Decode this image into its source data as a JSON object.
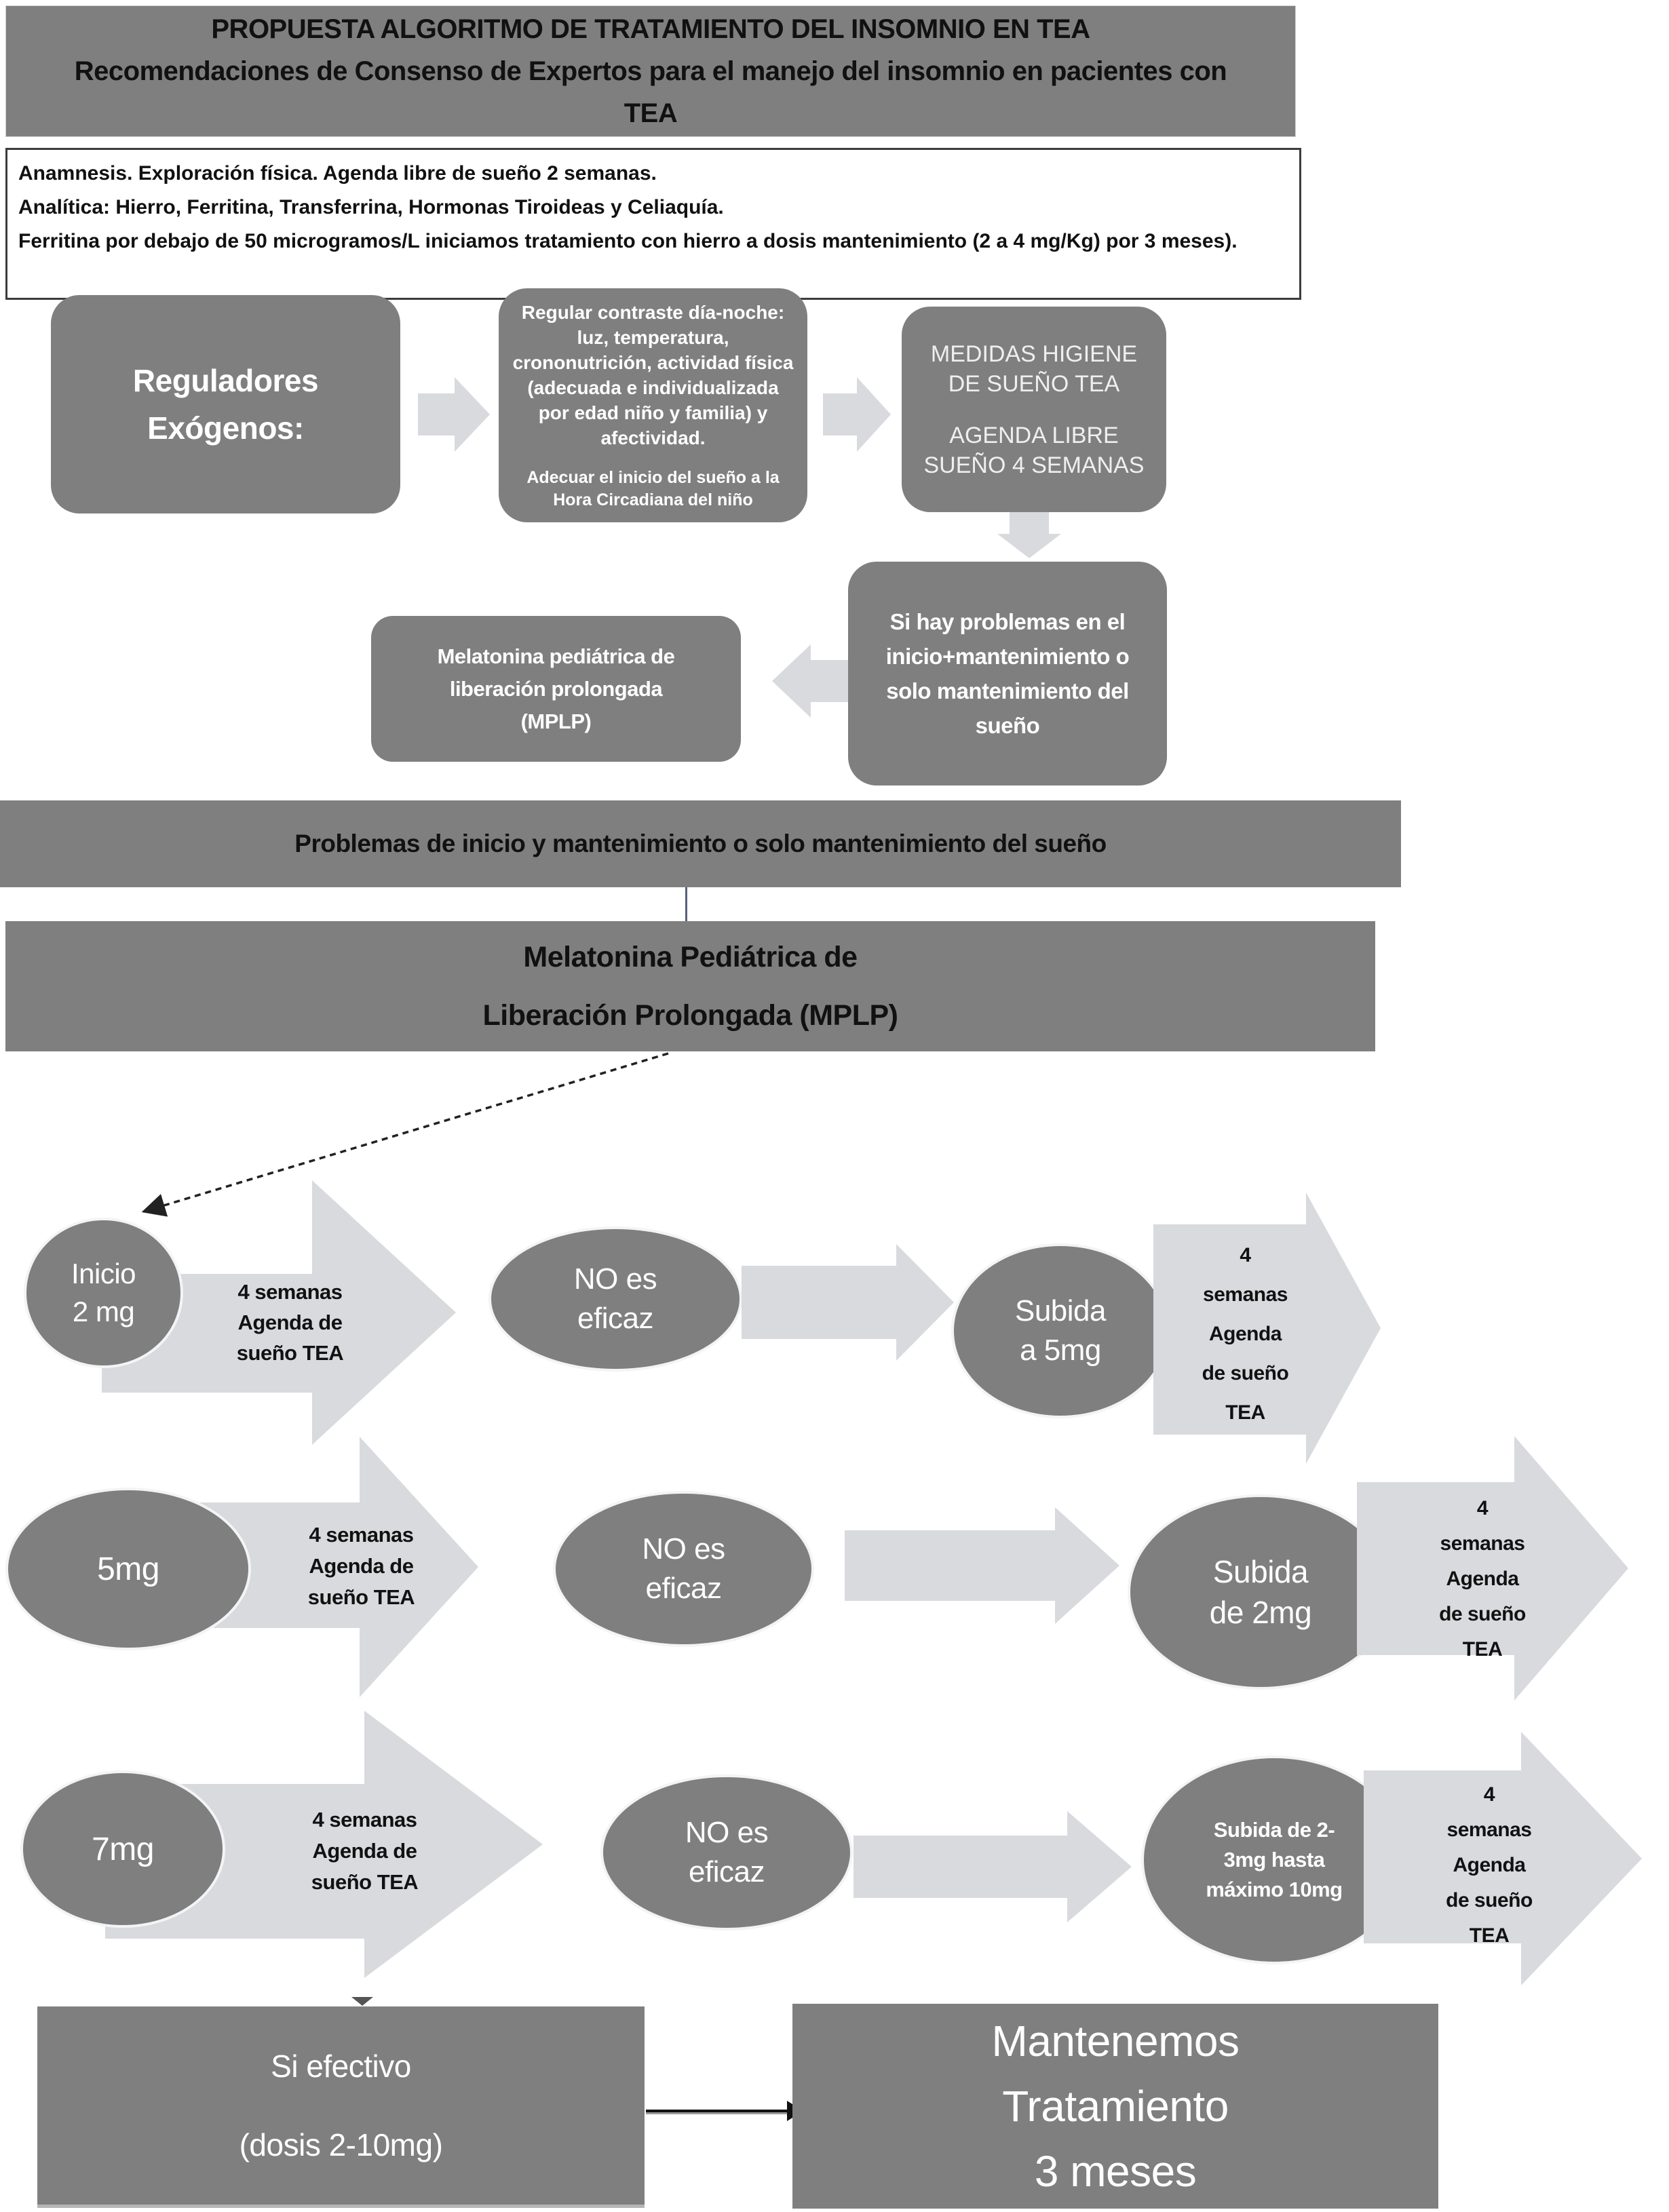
{
  "colors": {
    "shape_gray": "#7f7f7f",
    "arrow_gray": "#d8dade",
    "text_dark": "#111111",
    "text_light": "#ffffff"
  },
  "title_bar": {
    "lines": [
      "PROPUESTA ALGORITMO DE TRATAMIENTO DEL INSOMNIO EN TEA",
      "Recomendaciones de Consenso de Expertos para el manejo del insomnio en pacientes con",
      "TEA"
    ]
  },
  "intake_box": {
    "lines": [
      "Anamnesis. Exploración física. Agenda libre de sueño 2 semanas.",
      "Analítica: Hierro, Ferritina, Transferrina, Hormonas Tiroideas y Celiaquía.",
      "Ferritina por debajo de 50 microgramos/L iniciamos tratamiento con hierro a dosis mantenimiento (2 a 4 mg/Kg) por 3 meses)."
    ]
  },
  "exogenous_box": {
    "lines": [
      "Reguladores",
      "Exógenos:"
    ]
  },
  "daynight_box": {
    "lines": [
      "Regular contraste día-noche:",
      "luz, temperatura,",
      "crononutrición, actividad física",
      "(adecuada e individualizada",
      "por edad niño y familia) y",
      "afectividad."
    ],
    "note": [
      "Adecuar el inicio del sueño a la",
      "Hora Circadiana del niño"
    ]
  },
  "hygiene_box": {
    "para1": [
      "MEDIDAS HIGIENE",
      "DE SUEÑO TEA"
    ],
    "para2": [
      "AGENDA LIBRE",
      "SUEÑO 4 SEMANAS"
    ]
  },
  "problems_box": {
    "lines": [
      "Si hay problemas en el",
      "inicio+mantenimiento o",
      "solo mantenimiento del",
      "sueño"
    ]
  },
  "mplp_note_box": {
    "lines": [
      "Melatonina pediátrica de",
      "liberación prolongada",
      "(MPLP)"
    ]
  },
  "problems_band": "Problemas de inicio y mantenimiento o solo mantenimiento del sueño",
  "mplp_band": {
    "lines": [
      "Melatonina Pediátrica de",
      "Liberación Prolongada (MPLP)"
    ]
  },
  "dose_rows": [
    {
      "start": [
        "Inicio",
        "2 mg"
      ],
      "wait1": [
        "4 semanas",
        "Agenda de",
        "sueño TEA"
      ],
      "fail": [
        "NO es",
        "eficaz"
      ],
      "action": [
        "Subida",
        "a 5mg"
      ],
      "wait2": [
        "4",
        "semanas",
        "Agenda",
        "de sueño",
        "TEA"
      ]
    },
    {
      "start": [
        "5mg"
      ],
      "wait1": [
        "4 semanas",
        "Agenda de",
        "sueño TEA"
      ],
      "fail": [
        "NO es",
        "eficaz"
      ],
      "action": [
        "Subida",
        "de 2mg"
      ],
      "wait2": [
        "4",
        "semanas",
        "Agenda",
        "de sueño",
        "TEA"
      ]
    },
    {
      "start": [
        "7mg"
      ],
      "wait1": [
        "4 semanas",
        "Agenda de",
        "sueño TEA"
      ],
      "fail": [
        "NO es",
        "eficaz"
      ],
      "action": [
        "Subida de 2-",
        "3mg hasta",
        "máximo 10mg"
      ],
      "wait2": [
        "4",
        "semanas",
        "Agenda",
        "de sueño",
        "TEA"
      ]
    }
  ],
  "footer": {
    "effective": [
      "Si efectivo",
      "(dosis 2-10mg)"
    ],
    "maintain": [
      "Mantenemos",
      "Tratamiento",
      "3 meses"
    ]
  }
}
